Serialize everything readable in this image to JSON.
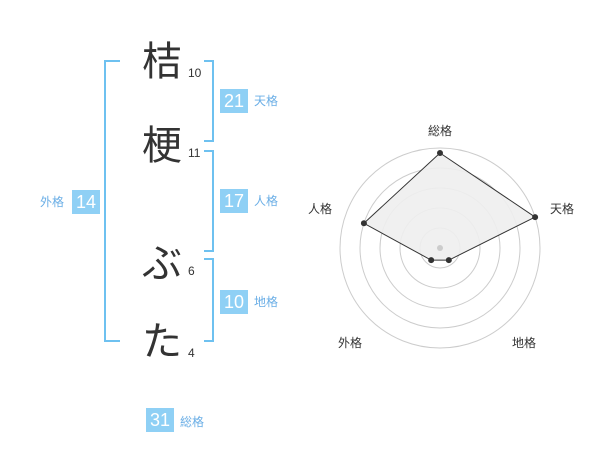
{
  "name_chars": [
    {
      "char": "桔",
      "strokes": "10"
    },
    {
      "char": "梗",
      "strokes": "11"
    },
    {
      "char": "ぶ",
      "strokes": "6"
    },
    {
      "char": "た",
      "strokes": "4"
    }
  ],
  "kaku": {
    "tenkaku": {
      "value": "21",
      "label": "天格"
    },
    "jinkaku": {
      "value": "17",
      "label": "人格"
    },
    "chikaku": {
      "value": "10",
      "label": "地格"
    },
    "gaikaku": {
      "value": "14",
      "label": "外格"
    },
    "soukaku": {
      "value": "31",
      "label": "総格"
    }
  },
  "radar": {
    "axes": [
      "総格",
      "天格",
      "地格",
      "外格",
      "人格"
    ],
    "values": [
      0.95,
      1.0,
      0.15,
      0.15,
      0.8
    ],
    "rings": 5,
    "colors": {
      "fill": "#eeeeee",
      "stroke": "#333333",
      "grid": "#cccccc",
      "point": "#333333"
    }
  },
  "colors": {
    "accent": "#8fd0f5",
    "bracket": "#6ec1f0",
    "label": "#6aaee6"
  }
}
